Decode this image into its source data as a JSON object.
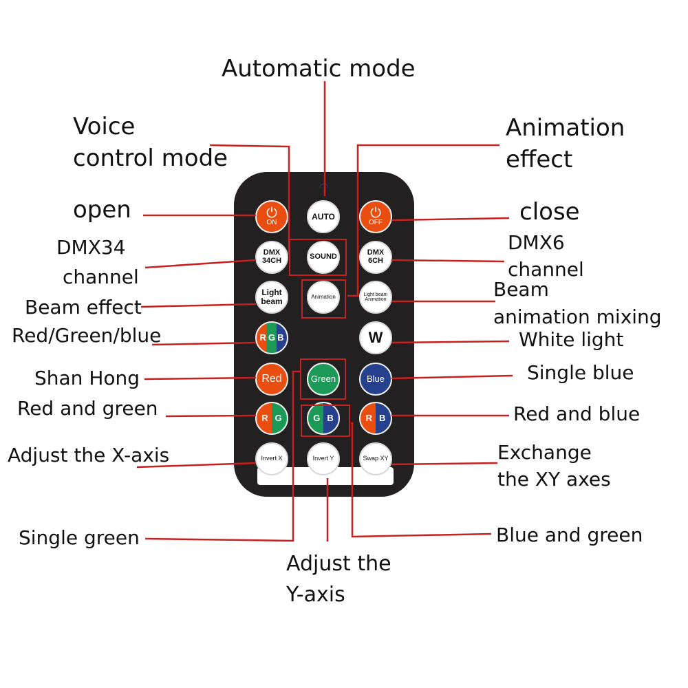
{
  "buttons": {
    "on": {
      "icon": "power-icon",
      "label": "ON",
      "color": "#e94e10"
    },
    "auto": "AUTO",
    "off": {
      "icon": "power-icon",
      "label": "OFF",
      "color": "#e94e10"
    },
    "dmx34": {
      "line1": "DMX",
      "line2": "34CH"
    },
    "sound": "SOUND",
    "dmx6": {
      "line1": "DMX",
      "line2": "6CH"
    },
    "light_beam": {
      "line1": "Light",
      "line2": "beam"
    },
    "animation": "Animation",
    "light_beam_animation": {
      "line1": "Light beam",
      "line2": "Animation"
    },
    "rgb": {
      "r": "R",
      "g": "G",
      "b": "B"
    },
    "w": "W",
    "red": {
      "label": "Red",
      "color": "#e94e10"
    },
    "green": {
      "label": "Green",
      "color": "#1a9a56"
    },
    "blue": {
      "label": "Blue",
      "color": "#25418e"
    },
    "rg": {
      "r": "R",
      "g": "G"
    },
    "gb": {
      "g": "G",
      "b": "B"
    },
    "rb": {
      "r": "R",
      "b": "B"
    },
    "invert_x": "Invert X",
    "invert_y": "Invert Y",
    "swap_xy": "Swap XY"
  },
  "labels": {
    "automatic_mode": "Automatic mode",
    "voice_control_line1": "Voice",
    "voice_control_line2": "control mode",
    "animation_effect_line1": "Animation",
    "animation_effect_line2": "effect",
    "open": "open",
    "close": "close",
    "dmx34_line1": "DMX34",
    "dmx34_line2": "channel",
    "dmx6_line1": "DMX6",
    "dmx6_line2": "channel",
    "beam_effect": "Beam effect",
    "beam_animation_line1": "Beam",
    "beam_animation_line2": "animation mixing",
    "red_green_blue": "Red/Green/blue",
    "white_light": "White light",
    "shan_hong": "Shan Hong",
    "single_blue": "Single blue",
    "red_and_green": "Red and green",
    "red_and_blue": "Red and blue",
    "adjust_x": "Adjust the X-axis",
    "exchange_line1": "Exchange",
    "exchange_line2": "the XY axes",
    "single_green": "Single green",
    "blue_and_green": "Blue and green",
    "adjust_y_line1": "Adjust the",
    "adjust_y_line2": "Y-axis"
  },
  "colors": {
    "remote_body": "#222020",
    "leader_line": "#c62020",
    "red_segment": "#e94e10",
    "green_segment": "#1a9a56",
    "blue_segment": "#25418e",
    "wifi_icon": "#2b3a8c"
  }
}
